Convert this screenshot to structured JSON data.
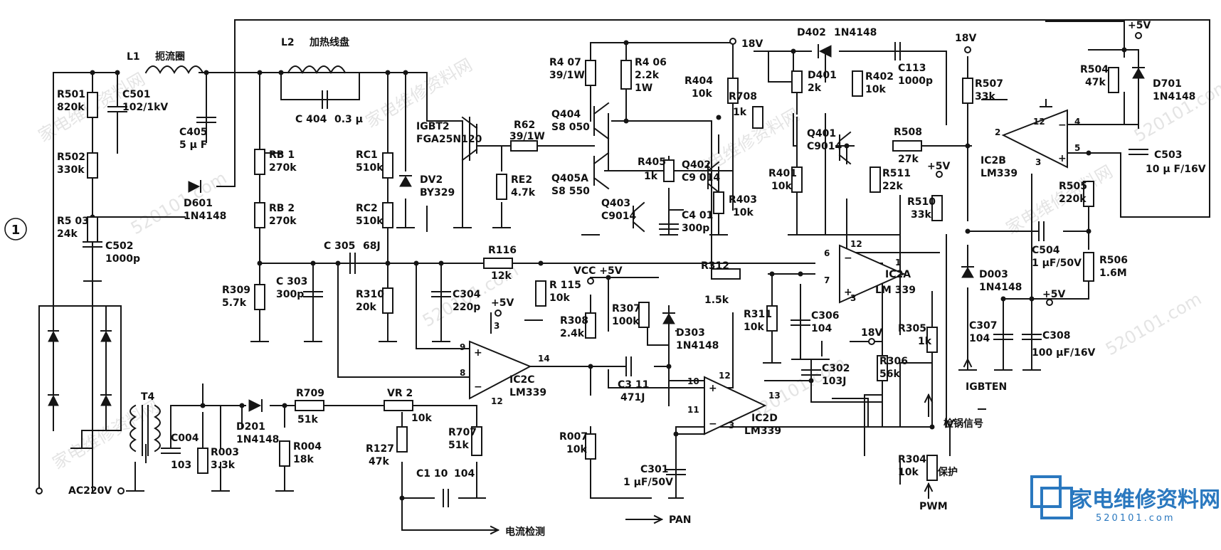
{
  "figure_number": "1",
  "connectors": {
    "heating_coil": "加热线盘",
    "choke": "扼流圈",
    "current_detect": "电流检测",
    "pan_detect": "检锅信号",
    "protect": "保护",
    "igbten": "IGBTEN",
    "pwm": "PWM",
    "pan": "PAN",
    "ac220": "AC220V",
    "v18_top": "18V",
    "v18_right": "18V",
    "v18_mid": "18V",
    "v5_top": "+5V",
    "v5_mid": "+5V",
    "v5_ic2c": "+5V",
    "v5_c308": "+5V",
    "vcc5": "VCC +5V"
  },
  "components": {
    "L1": [
      "L1"
    ],
    "L2": [
      "L2"
    ],
    "R501": [
      "R501",
      "820k"
    ],
    "C501": [
      "C501",
      "102/1kV"
    ],
    "R502": [
      "R502",
      "330k"
    ],
    "R503": [
      "R5 03",
      "24k"
    ],
    "C502": [
      "C502",
      "1000p"
    ],
    "C405": [
      "C405",
      "5 μ F"
    ],
    "D601": [
      "D601",
      "1N4148"
    ],
    "RB1": [
      "RB 1",
      "270k"
    ],
    "RB2": [
      "RB 2",
      "270k"
    ],
    "R309": [
      "R309",
      "5.7k"
    ],
    "C303": [
      "C 303",
      "300p"
    ],
    "C305": [
      "C 305",
      "68J"
    ],
    "C404": [
      "C 404",
      "0.3 μ"
    ],
    "RC1": [
      "RC1",
      "510k"
    ],
    "RC2": [
      "RC2",
      "510k"
    ],
    "R310": [
      "R310",
      "20k"
    ],
    "C304": [
      "C304",
      "220p"
    ],
    "R116": [
      "R116",
      "12k"
    ],
    "R115": [
      "R 115",
      "10k"
    ],
    "IGBT2": [
      "IGBT2",
      "FGA25N120"
    ],
    "DV2": [
      "DV2",
      "BY329"
    ],
    "R62": [
      "R62",
      "39/1W"
    ],
    "RE2": [
      "RE2",
      "4.7k"
    ],
    "R407": [
      "R4 07",
      "39/1W"
    ],
    "R406": [
      "R4 06",
      "2.2k",
      "1W"
    ],
    "Q404": [
      "Q404",
      "S8 050"
    ],
    "Q405A": [
      "Q405A",
      "S8 550"
    ],
    "Q403": [
      "Q403",
      "C9014"
    ],
    "R405": [
      "R405",
      "1k"
    ],
    "C401": [
      "C4 01",
      "300p"
    ],
    "R404": [
      "R404",
      "10k"
    ],
    "Q402": [
      "Q402",
      "C9 014"
    ],
    "R403": [
      "R403",
      "10k"
    ],
    "R708": [
      "R708",
      "1k"
    ],
    "R401": [
      "R401",
      "10k"
    ],
    "D402": [
      "D402",
      "1N4148"
    ],
    "C113": [
      "C113",
      "1000p"
    ],
    "D401": [
      "D401",
      "2k"
    ],
    "R402": [
      "R402",
      "10k"
    ],
    "Q401": [
      "Q401",
      "C9014"
    ],
    "R508": [
      "R508",
      "27k"
    ],
    "R511": [
      "R511",
      "22k"
    ],
    "R510": [
      "R510",
      "33k"
    ],
    "R507": [
      "R507",
      "33k"
    ],
    "IC2B": [
      "IC2B",
      "LM339"
    ],
    "R504": [
      "R504",
      "47k"
    ],
    "D701": [
      "D701",
      "1N4148"
    ],
    "C503": [
      "C503",
      "10 μ F/16V"
    ],
    "R505": [
      "R505",
      "220k"
    ],
    "C504": [
      "C504",
      "1 μF/50V"
    ],
    "R506": [
      "R506",
      "1.6M"
    ],
    "D003": [
      "D003",
      "1N4148"
    ],
    "C307": [
      "C307",
      "104"
    ],
    "C308": [
      "C308",
      "100 μF/16V"
    ],
    "IC2A": [
      "IC2A",
      "LM 339"
    ],
    "IC2C": [
      "IC2C",
      "LM339"
    ],
    "IC2D": [
      "IC2D",
      "LM339"
    ],
    "R312": [
      "R312",
      "1.5k"
    ],
    "R307": [
      "R307",
      "100k"
    ],
    "R308": [
      "R308",
      "2.4k"
    ],
    "D303": [
      "D303",
      "1N4148"
    ],
    "R311": [
      "R311",
      "10k"
    ],
    "C306": [
      "C306",
      "104"
    ],
    "C302": [
      "C302",
      "103J"
    ],
    "R306": [
      "R306",
      "56k"
    ],
    "R305": [
      "R305",
      "1k"
    ],
    "R304": [
      "R304",
      "10k"
    ],
    "C311": [
      "C3 11",
      "471J"
    ],
    "R007": [
      "R007",
      "10k"
    ],
    "C301": [
      "C301",
      "1 μF/50V"
    ],
    "T4": [
      "T4"
    ],
    "C004": [
      "C004",
      "103"
    ],
    "R003": [
      "R003",
      "3.3k"
    ],
    "D201": [
      "D201",
      "1N4148"
    ],
    "R709": [
      "R709",
      "51k"
    ],
    "R004": [
      "R004",
      "18k"
    ],
    "VR2": [
      "VR 2",
      "10k"
    ],
    "R127": [
      "R127",
      "47k"
    ],
    "R707": [
      "R707",
      "51k"
    ],
    "C110": [
      "C1 10",
      "104"
    ]
  },
  "pins": {
    "ic2b": [
      "2",
      "12",
      "4",
      "5",
      "3"
    ],
    "ic2a": [
      "6",
      "12",
      "1",
      "7",
      "3"
    ],
    "ic2c": [
      "3",
      "9",
      "8",
      "14",
      "12"
    ],
    "ic2d": [
      "10",
      "12",
      "13",
      "11",
      "3"
    ]
  },
  "logo": {
    "name": "家电维修资料网",
    "url": "520101.com"
  },
  "watermark": [
    "家电维修资料网",
    "520101.com"
  ]
}
